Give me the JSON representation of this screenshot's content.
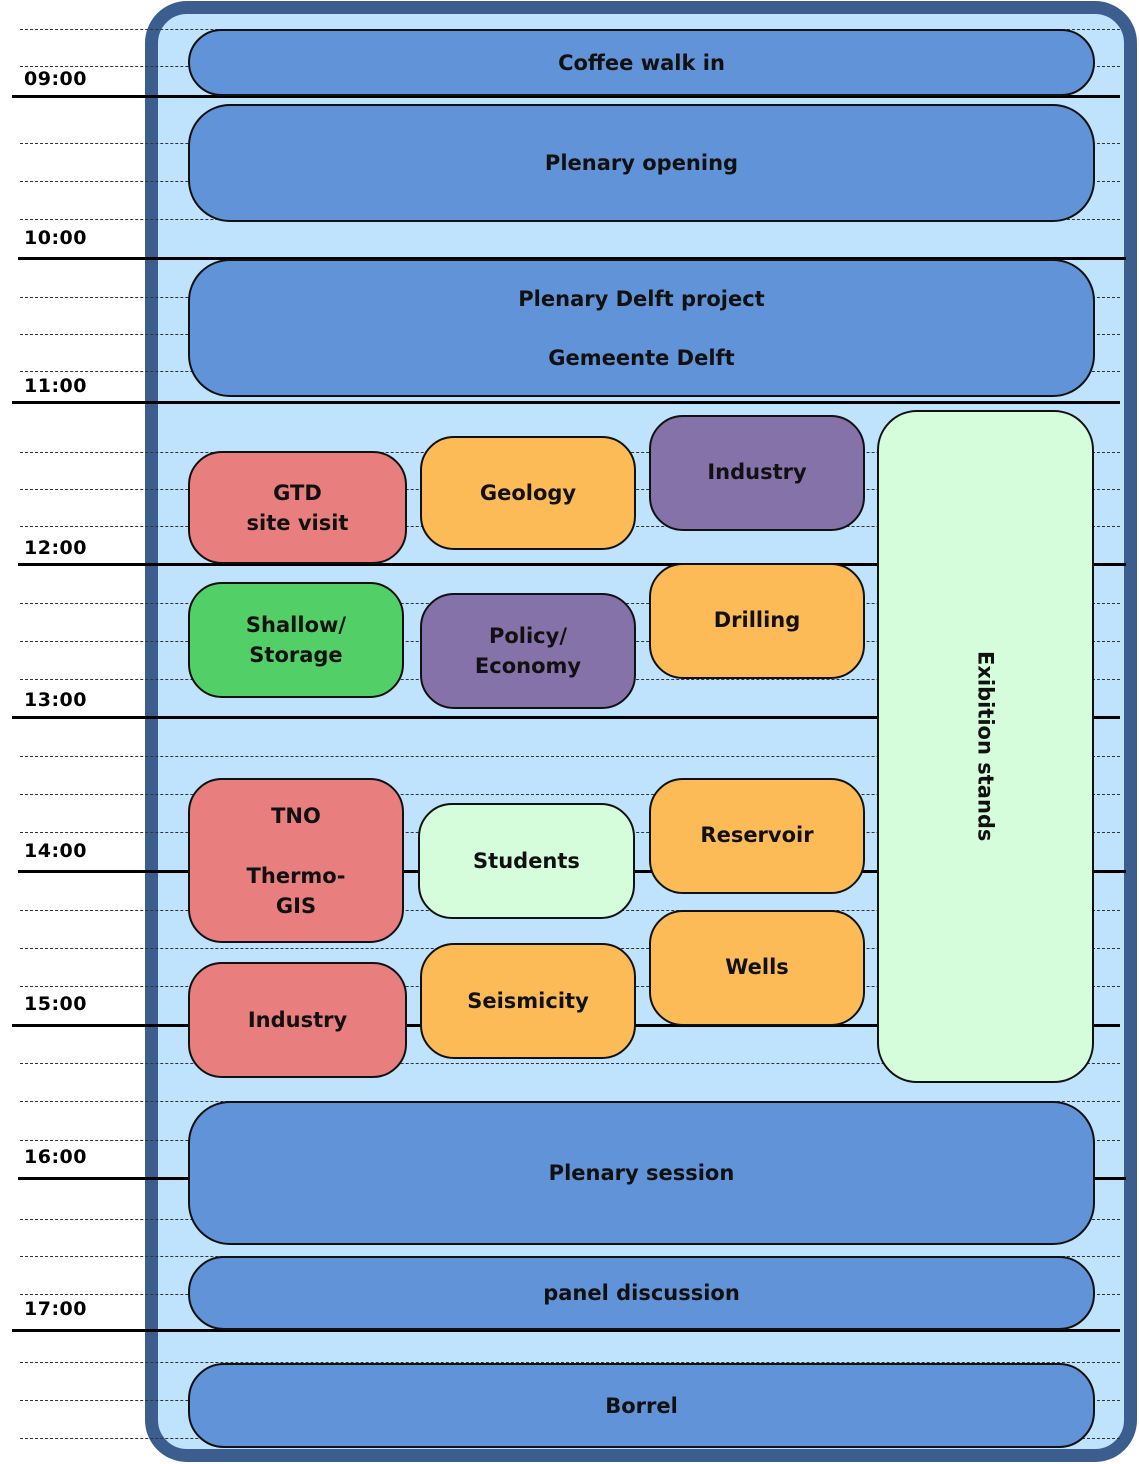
{
  "colors": {
    "frame_border": "#3b5e8f",
    "frame_fill": "#bfe3fc",
    "plenary": "#6193d8",
    "red_track": "#e97e7e",
    "orange_track": "#fdbb58",
    "purple_track": "#8572a9",
    "green_track": "#52d067",
    "light_green": "#d5fcdb"
  },
  "time_labels": [
    "09:00",
    "10:00",
    "11:00",
    "12:00",
    "13:00",
    "14:00",
    "15:00",
    "16:00",
    "17:00"
  ],
  "plenary": {
    "coffee": "Coffee walk in",
    "opening": "Plenary opening",
    "delft_title": "Plenary Delft project",
    "delft_speaker": "Gemeente Delft",
    "session": "Plenary session",
    "panel": "panel discussion",
    "borrel": "Borrel"
  },
  "sessions": {
    "gtd": "GTD\nsite visit",
    "geology": "Geology",
    "industry_purple": "Industry",
    "shallow": "Shallow/\nStorage",
    "policy": "Policy/\nEconomy",
    "drilling": "Drilling",
    "tno": "TNO\n\nThermo-\nGIS",
    "students": "Students",
    "reservoir": "Reservoir",
    "wells": "Wells",
    "industry_red": "Industry",
    "seismicity": "Seismicity"
  },
  "exhibition": "Exibition stands"
}
